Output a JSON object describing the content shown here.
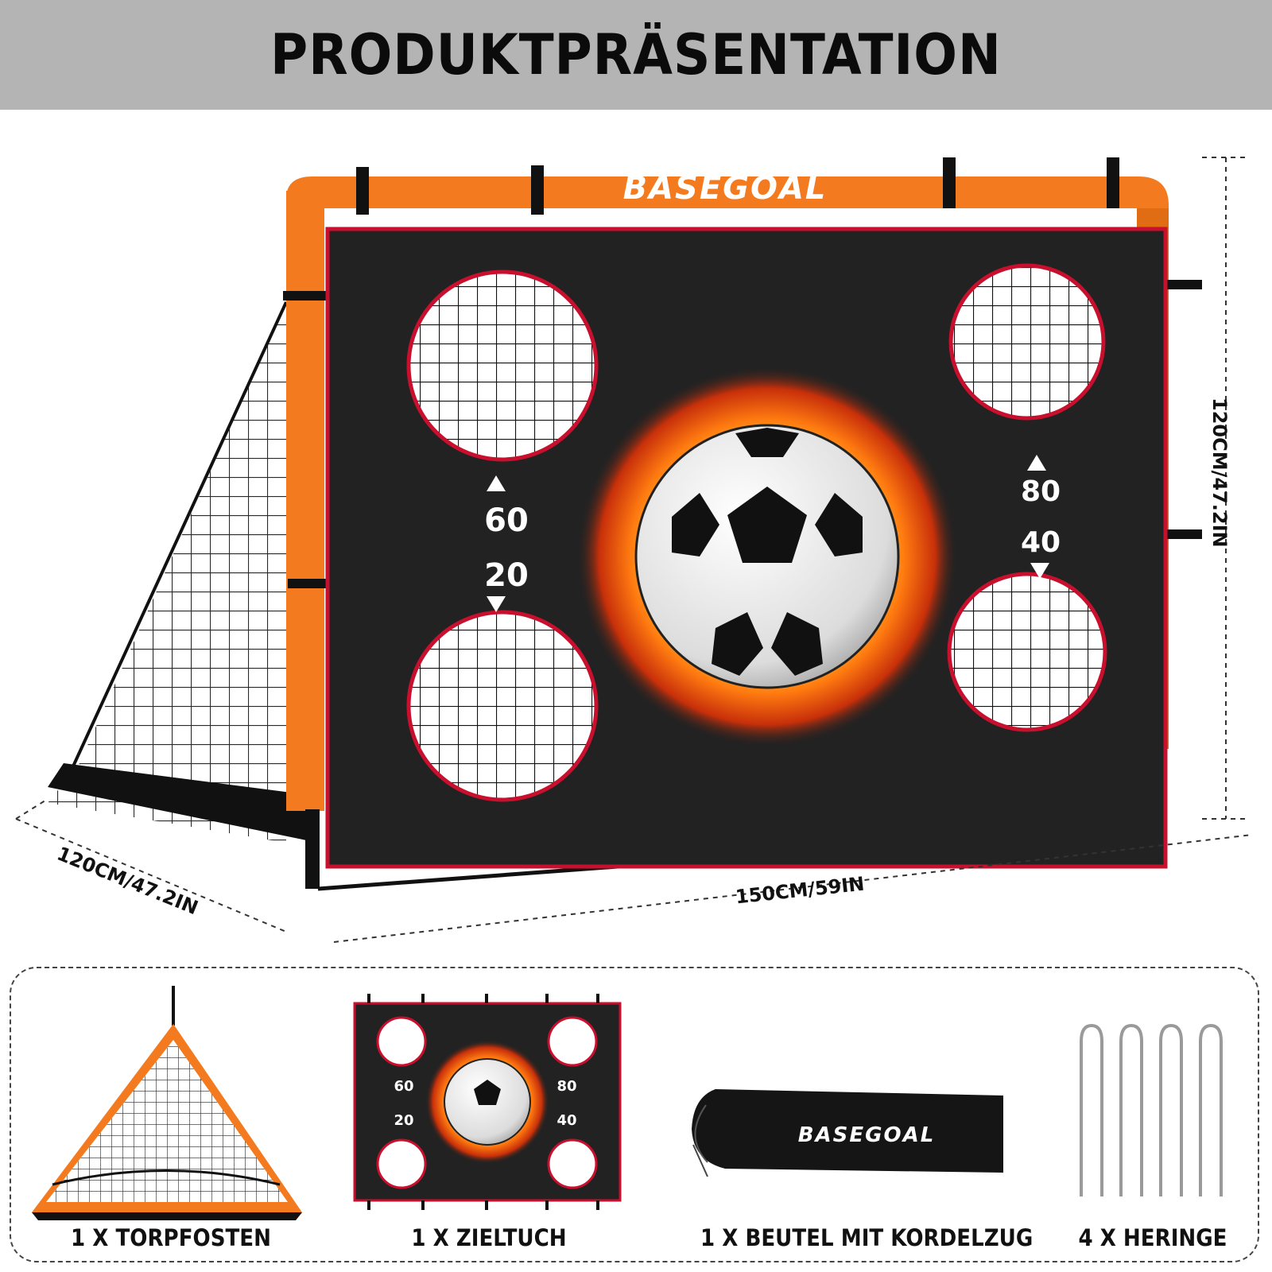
{
  "header": {
    "title": "PRODUKTPRÄSENTATION"
  },
  "brand": {
    "name": "BASEGOAL",
    "accent": "#f47a1f",
    "frame_color": "#f47a1f",
    "panel_color": "#222222",
    "ring_color": "#c8102e"
  },
  "dimensions": {
    "height": "120CM/47.2IN",
    "width": "150CM/59IN",
    "depth": "120CM/47.2IN"
  },
  "targets": {
    "top_left": "60",
    "bottom_left": "20",
    "top_right": "80",
    "bottom_right": "40"
  },
  "contents": [
    {
      "label": "1 X TORPFOSTEN",
      "icon": "goal-frame-icon"
    },
    {
      "label": "1 X ZIELTUCH",
      "icon": "target-sheet-icon"
    },
    {
      "label": "1 X BEUTEL MIT KORDELZUG",
      "icon": "drawstring-bag-icon"
    },
    {
      "label": "4 X HERINGE",
      "icon": "ground-stakes-icon"
    }
  ]
}
